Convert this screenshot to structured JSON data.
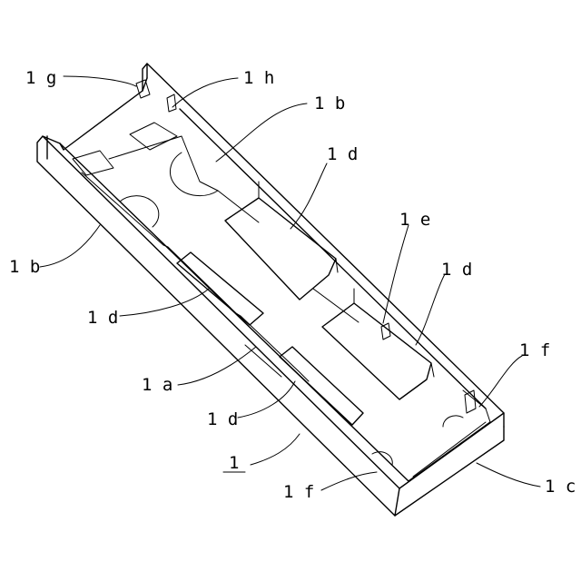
{
  "labels": {
    "g1": "1 g",
    "h1": "1 h",
    "b_top": "1 b",
    "d_top": "1 d",
    "e1": "1 e",
    "d_right": "1 d",
    "f_right": "1 f",
    "b_left": "1 b",
    "d_left": "1 d",
    "a1": "1 a",
    "d_bottom": "1 d",
    "main": "1",
    "f_bottom": "1 f",
    "c1": "1 c"
  }
}
